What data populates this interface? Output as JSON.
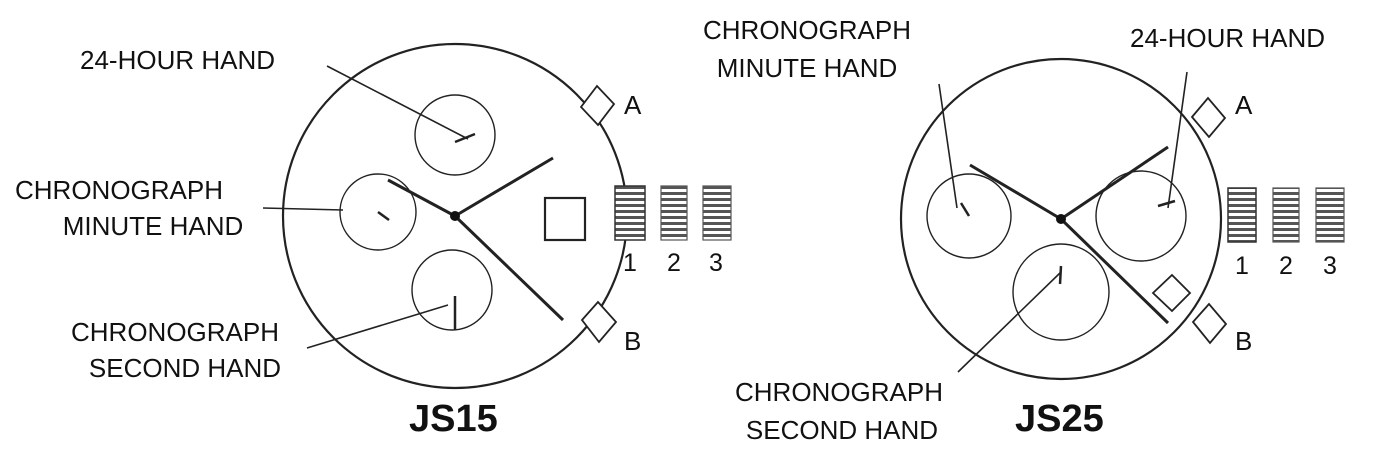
{
  "diagrams": [
    {
      "title": "JS15",
      "labels": {
        "hour24": "24-HOUR HAND",
        "chrono_minute_1": "CHRONOGRAPH",
        "chrono_minute_2": "MINUTE HAND",
        "chrono_second_1": "CHRONOGRAPH",
        "chrono_second_2": "SECOND HAND"
      },
      "buttons": [
        "A",
        "B"
      ],
      "crown_positions": [
        "1",
        "2",
        "3"
      ]
    },
    {
      "title": "JS25",
      "labels": {
        "chrono_minute_1": "CHRONOGRAPH",
        "chrono_minute_2": "MINUTE HAND",
        "hour24": "24-HOUR HAND",
        "chrono_second_1": "CHRONOGRAPH",
        "chrono_second_2": "SECOND HAND"
      },
      "buttons": [
        "A",
        "B"
      ],
      "crown_positions": [
        "1",
        "2",
        "3"
      ]
    }
  ]
}
